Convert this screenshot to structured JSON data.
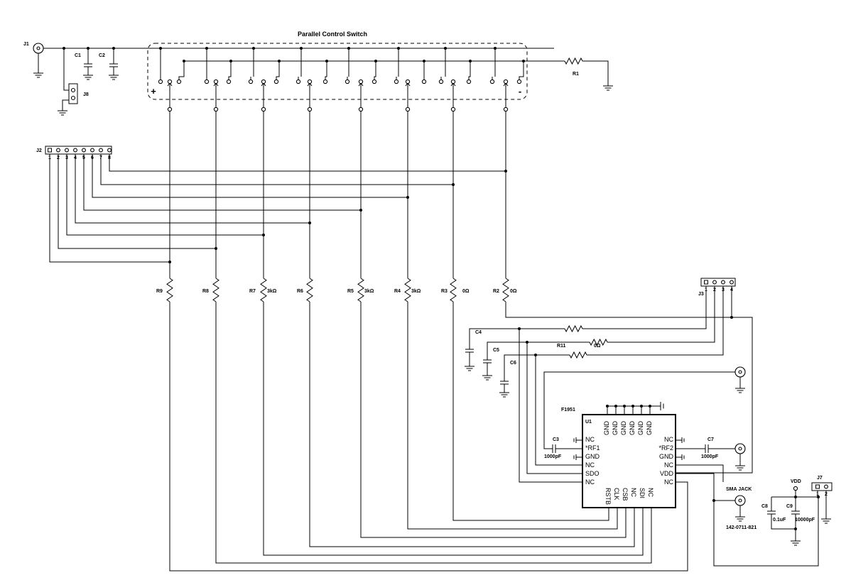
{
  "title": "Parallel Control Switch",
  "switch_signs": {
    "plus": "+",
    "minus": "-"
  },
  "connectors": {
    "j1": "J1",
    "j2": "J2",
    "j3": "J3",
    "j7": "J7",
    "j8": "J8"
  },
  "capacitors": {
    "c1": "C1",
    "c2": "C2",
    "c3": "C3",
    "c4": "C4",
    "c5": "C5",
    "c6": "C6",
    "c7": "C7",
    "c8": "C8",
    "c9": "C9",
    "c3_value": "1000pF",
    "c7_value": "1000pF",
    "c8_value": "0.1uF",
    "c9_value": "10000pF"
  },
  "resistors": {
    "r1": "R1",
    "r2": "R2",
    "r3": "R3",
    "r4": "R4",
    "r5": "R5",
    "r6": "R6",
    "r7": "R7",
    "r8": "R8",
    "r9": "R9",
    "r11": "R11",
    "r2_value": "0Ω",
    "r3_value": "0Ω",
    "r4_value": "3kΩ",
    "r5_value": "3kΩ",
    "r7_value": "3kΩ",
    "r11_value": "0Ω"
  },
  "chip": {
    "part": "F1951",
    "ref": "U1",
    "top_pins": [
      "GND",
      "GND",
      "GND",
      "GND",
      "GND",
      "GND"
    ],
    "left_pins": [
      "NC",
      "*RF1",
      "GND",
      "NC",
      "SDO",
      "NC"
    ],
    "right_pins": [
      "NC",
      "*RF2",
      "GND",
      "NC",
      "VDD",
      "NC"
    ],
    "bottom_pins": [
      "RSTB",
      "CLK",
      "CSB",
      "NC",
      "SDI",
      "NC"
    ]
  },
  "sma": {
    "label": "SMA JACK",
    "part_number": "142-0711-821"
  },
  "vdd": "VDD",
  "j2_pins": [
    "1",
    "2",
    "3",
    "4",
    "5",
    "6",
    "7",
    "8"
  ],
  "j3_pins": [
    "1",
    "2",
    "3",
    "4"
  ],
  "j7_pins": [
    "1",
    "2"
  ]
}
